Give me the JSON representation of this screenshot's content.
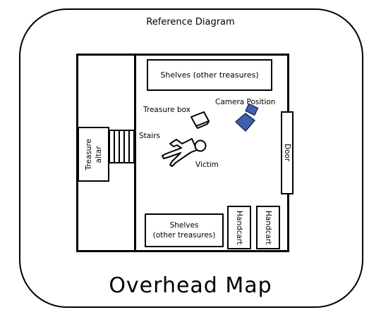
{
  "header": {
    "title": "Reference Diagram"
  },
  "footer": {
    "title": "Overhead Map"
  },
  "map": {
    "shelves_top": "Shelves (other treasures)",
    "shelves_bottom_line1": "Shelves",
    "shelves_bottom_line2": "(other treasures)",
    "treasure_altar_line1": "Treasure",
    "treasure_altar_line2": "altar",
    "stairs": "Stairs",
    "treasure_box": "Treasure box",
    "camera_position": "Camera Position",
    "victim": "Victim",
    "door": "Door",
    "handcart_1": "Handcart",
    "handcart_2": "Handcart"
  },
  "colors": {
    "camera": "#3f5fb0",
    "line": "#000000"
  }
}
